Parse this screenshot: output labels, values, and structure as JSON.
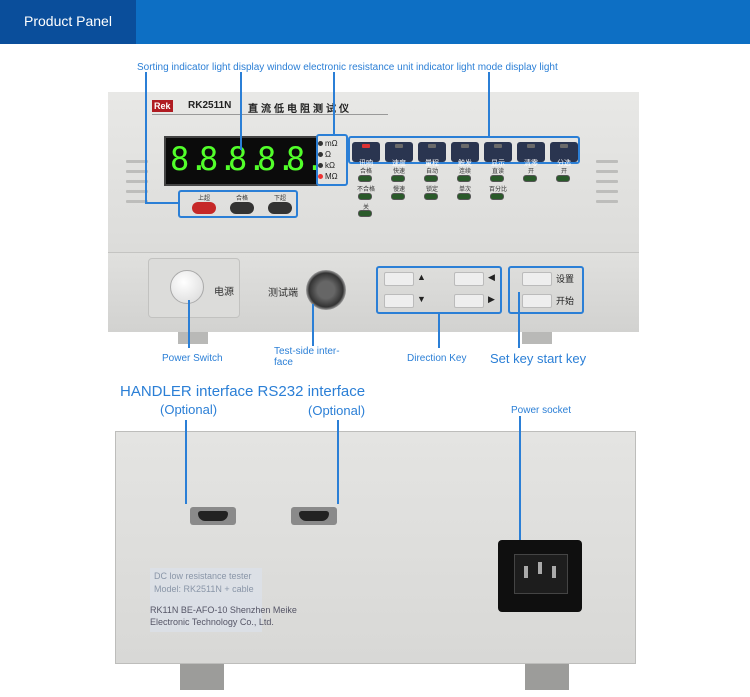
{
  "header": {
    "title": "Product Panel",
    "color": "#0d6fc4"
  },
  "callouts": {
    "top_caption": "Sorting indicator light display window electronic resistance unit indicator light mode display light",
    "power_switch": "Power Switch",
    "test_side_1": "Test-side inter-",
    "test_side_2": "face",
    "direction_key": "Direction Key",
    "set_start": "Set key start key",
    "handler": "HANDLER interface RS232 interface",
    "optional1": "(Optional)",
    "optional2": "(Optional)",
    "power_socket": "Power socket"
  },
  "front_panel": {
    "brand": "Rek",
    "model": "RK2511N",
    "cn_name": "直流低电阻测试仪",
    "digits": [
      "8.",
      "8.",
      "8.",
      "8.",
      "8."
    ],
    "units": [
      "mΩ",
      "Ω",
      "kΩ",
      "MΩ"
    ],
    "keys": [
      "讯响",
      "速度",
      "量程",
      "触发",
      "显示",
      "清零",
      "分选"
    ],
    "sub_row1": [
      "合格",
      "快速",
      "自动",
      "连续",
      "直读",
      "开",
      "开"
    ],
    "sub_row2": [
      "不合格",
      "慢速",
      "锁定",
      "单次",
      "百分比"
    ],
    "sub_row3": [
      "关"
    ],
    "sort_labels": [
      "上超",
      "合格",
      "下超"
    ],
    "power_label": "电源",
    "test_label": "测试端",
    "set_label": "设置",
    "start_label": "开始",
    "arrows": [
      "▲",
      "◀",
      "▼",
      "▶"
    ]
  },
  "rear_panel": {
    "sticker_lines": [
      "DC low resistance tester",
      "Model: RK2511N + cable",
      "RK11N  BE-AFO-10 Shenzhen Meike",
      "Electronic Technology Co., Ltd."
    ]
  }
}
